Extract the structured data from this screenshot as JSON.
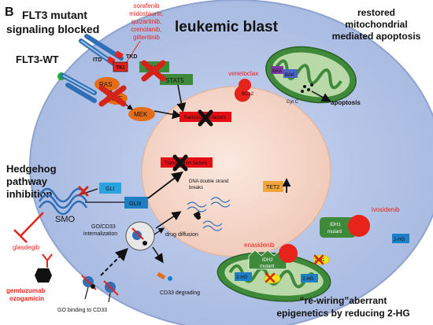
{
  "panel_letter": "B",
  "title": "leukemic blast",
  "flt3": {
    "heading_line1": "FLT3 mutant",
    "heading_line2": "signaling blocked",
    "wt_label": "FLT3-WT",
    "itd_label": "ITD",
    "tkd_label": "TKD",
    "tki_label": "TKI",
    "drugs": [
      "sorafenib",
      "midostaurin,",
      "quizartinib,",
      "crenolanib,",
      "gilteritinib"
    ],
    "jak_label": "JAK",
    "stat5_label": "STAT5",
    "ras_label": "RAS",
    "raf_label": "RAF",
    "mek_label": "MEK",
    "tf_label": "Transcription factors"
  },
  "mito": {
    "heading_line1": "restored",
    "heading_line2": "mitochondrial",
    "heading_line3": "mediated apoptosis",
    "venetoclax": "venetoclax",
    "bcl2": "BCL2",
    "bax": "BAX",
    "bak": "BAK",
    "cytc": "Cyt C",
    "apoptosis": "apoptosis"
  },
  "hedgehog": {
    "heading_line1": "Hedgehog",
    "heading_line2": "pathway",
    "heading_line3": "inhibition",
    "gli": "GLI",
    "gli3": "GLI3",
    "smo": "SMO",
    "glasdegib": "glasdegib"
  },
  "nucleus": {
    "tf_label": "Transcription factors",
    "dna_breaks_line1": "DNA double strand",
    "dna_breaks_line2": "breaks",
    "tet2": "TET2"
  },
  "cd33": {
    "internalization_line1": "GO/CD33",
    "internalization_line2": "internalization",
    "drug_diffusion": "drug diffusion",
    "degrading": "CD33 degrading",
    "binding": "GO binding to CD33",
    "go_drug_line1": "gemtuzumab",
    "go_drug_line2": "ozogamicin"
  },
  "idh": {
    "ivosidenib": "ivosidenib",
    "idh1_line1": "IDH1",
    "idh1_line2": "mutant",
    "enasidenib": "enasidenib",
    "idh2_line1": "IDH2",
    "idh2_line2": "mutant",
    "two_hg": "2-HG",
    "heading_line1": "“re-wiring”aberrant",
    "heading_line2": "epigenetics by reducing 2-HG"
  },
  "colors": {
    "cell": "#b3c4e6",
    "nucleus": "#f6d9cc",
    "drug_red": "#e8231c",
    "inhibitor_red": "#e8231c",
    "mito_green": "#3e8a3a",
    "enzyme_orange": "#e46d1a",
    "gli_blue": "#1f7fc4",
    "tf_red": "#e30e16"
  }
}
